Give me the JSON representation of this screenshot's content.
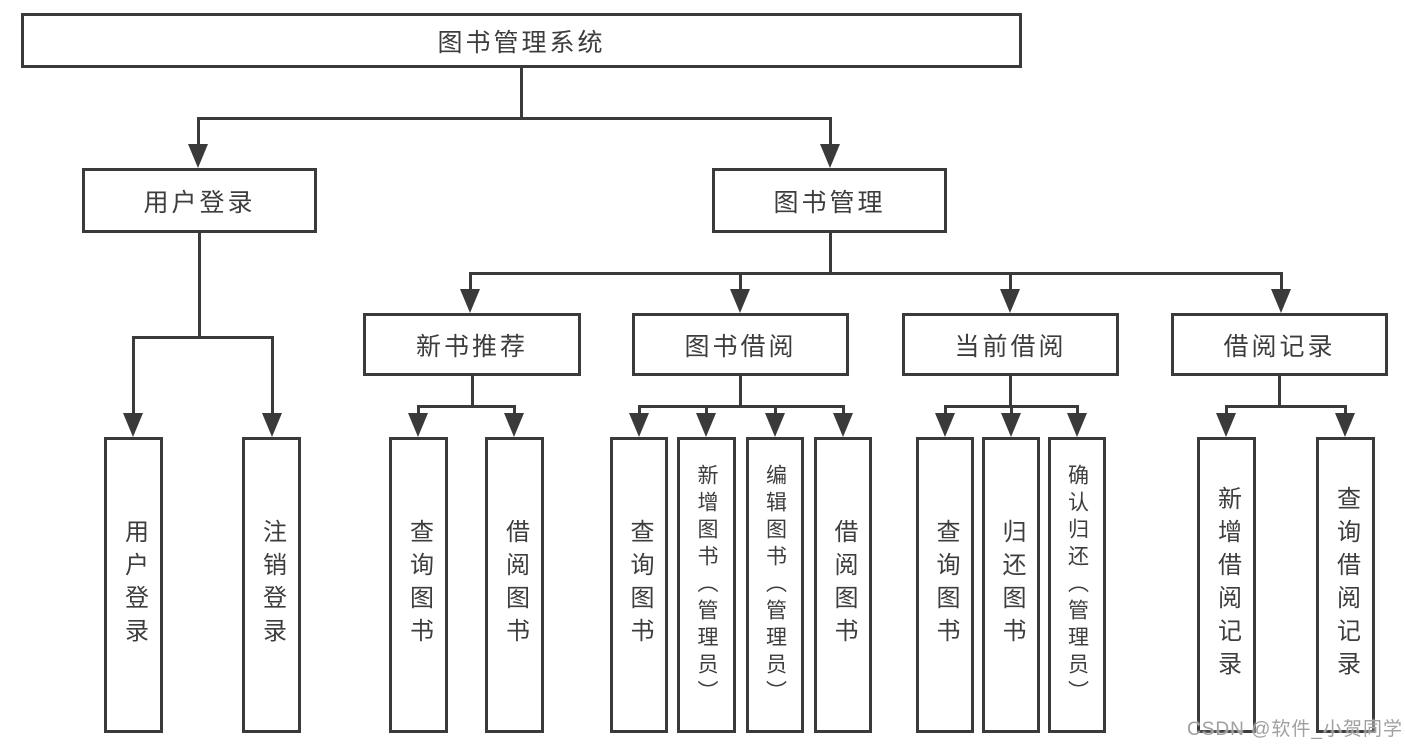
{
  "root": {
    "label": "图书管理系统"
  },
  "branches": [
    {
      "label": "用户登录",
      "leaves": [
        "用户登录",
        "注销登录"
      ]
    },
    {
      "label": "图书管理",
      "sections": [
        {
          "label": "新书推荐",
          "leaves": [
            "查询图书",
            "借阅图书"
          ]
        },
        {
          "label": "图书借阅",
          "leaves": [
            "查询图书",
            "新增图书（管理员）",
            "编辑图书（管理员）",
            "借阅图书"
          ]
        },
        {
          "label": "当前借阅",
          "leaves": [
            "查询图书",
            "归还图书",
            "确认归还（管理员）"
          ]
        },
        {
          "label": "借阅记录",
          "leaves": [
            "新增借阅记录",
            "查询借阅记录"
          ]
        }
      ]
    }
  ],
  "watermark": "CSDN @软件_小贺同学",
  "colors": {
    "line": "#3a3a3a",
    "text": "#3d3d3d",
    "watermark": "#a0a0a0",
    "background": "#ffffff"
  }
}
